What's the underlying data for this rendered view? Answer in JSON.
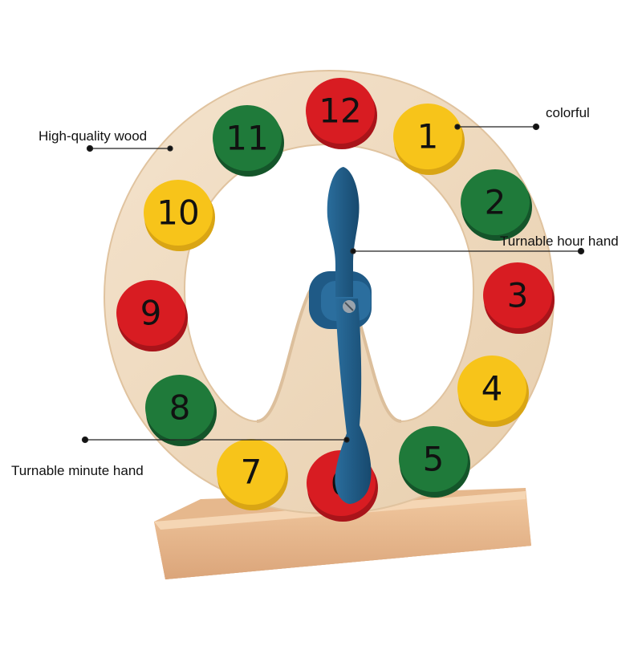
{
  "callouts": {
    "wood": "High-quality wood",
    "colorful": "colorful",
    "hour_hand": "Turnable hour hand",
    "minute_hand": "Turnable minute hand"
  },
  "clock": {
    "numbers": [
      {
        "label": "12",
        "color": "red"
      },
      {
        "label": "1",
        "color": "yellow"
      },
      {
        "label": "2",
        "color": "green"
      },
      {
        "label": "3",
        "color": "red"
      },
      {
        "label": "4",
        "color": "yellow"
      },
      {
        "label": "5",
        "color": "green"
      },
      {
        "label": "6",
        "color": "red"
      },
      {
        "label": "7",
        "color": "yellow"
      },
      {
        "label": "8",
        "color": "green"
      },
      {
        "label": "9",
        "color": "red"
      },
      {
        "label": "10",
        "color": "yellow"
      },
      {
        "label": "11",
        "color": "green"
      }
    ]
  },
  "colors": {
    "red": "#d81c22",
    "yellow": "#f7c41a",
    "green": "#1f7a3a",
    "wood": "#f0dcc3",
    "wood_dark": "#e2c4a0",
    "hands": "#1e5a86"
  }
}
